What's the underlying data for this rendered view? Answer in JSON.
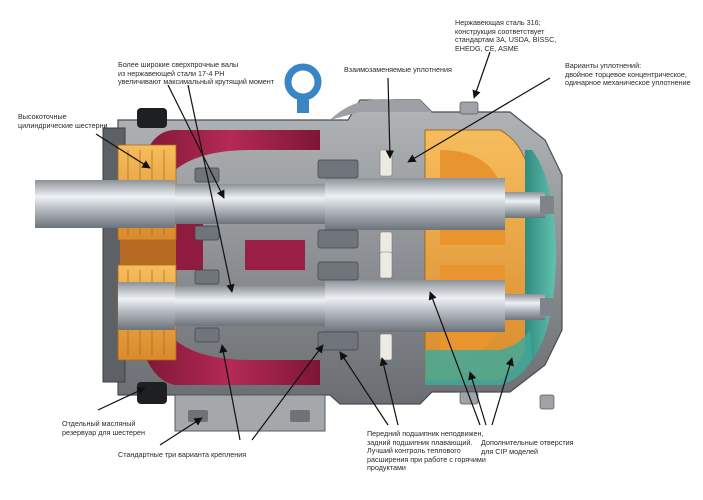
{
  "colors": {
    "housing": "#7d7f82",
    "housing_light": "#a9acaf",
    "gear_orange": "#f0a43a",
    "gear_dark": "#c7792a",
    "oil_red": "#9a1f45",
    "oil_red_light": "#c0335f",
    "cover_teal": "#3fa99a",
    "eyebolt_blue": "#3a86c4",
    "shaft": "#c9ced3",
    "arrow": "#111111",
    "label_text": "#2a2a2a"
  },
  "labels": {
    "stainless_316": "Нержавеющая сталь 316;\nконструкция соответствует\nстандартам 3A, USDA, BISSC,\nEHEDG, CE, ASME",
    "wider_shafts": "Более широкие сверхпрочные валы\nиз нержавеющей стали 17-4 PH\nувеличивают максимальный крутящий момент",
    "interchangeable_seals": "Взаимозаменяемые уплотнения",
    "seal_variants": "Варианты уплотнений:\nдвойное торцевое концентрическое,\nодинарное механическое уплотнение",
    "precision_gears": "Высокоточные\nцилиндрические шестерни",
    "oil_reservoir": "Отдельный масляный\nрезервуар для шестерен",
    "mounting_options": "Стандартные три варианта крепления",
    "bearings": "Передний подшипник неподвижен,\nзадний подшипник плавающий.\nЛучший контроль теплового\nрасширения при работе с горячими\nпродуктами",
    "cip_ports": "Дополнительные отверстия\nдля CIP моделей"
  }
}
